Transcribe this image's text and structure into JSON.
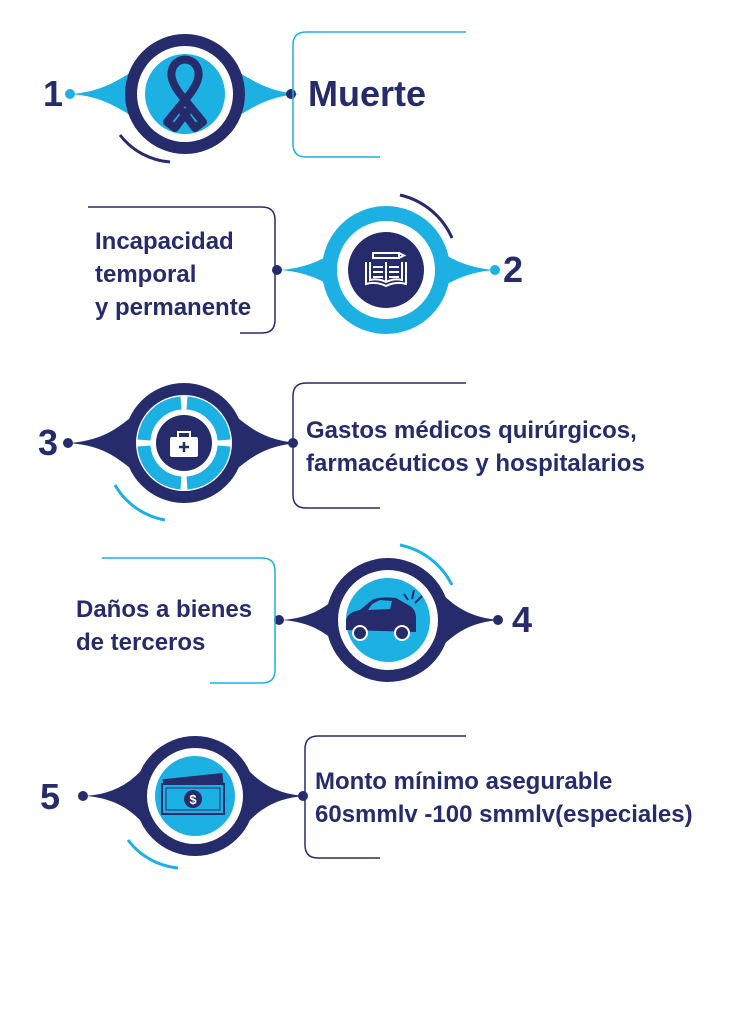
{
  "colors": {
    "navy": "#262c6b",
    "cyan": "#1db1e3",
    "white": "#ffffff"
  },
  "items": [
    {
      "number": "1",
      "icon": "mourning-ribbon-icon",
      "lines": [
        "Muerte"
      ]
    },
    {
      "number": "2",
      "icon": "open-book-pencil-icon",
      "lines": [
        "Incapacidad",
        "temporal",
        "y permanente"
      ]
    },
    {
      "number": "3",
      "icon": "medical-kit-icon",
      "lines": [
        "Gastos médicos quirúrgicos,",
        "farmacéuticos y hospitalarios"
      ]
    },
    {
      "number": "4",
      "icon": "crashed-car-icon",
      "lines": [
        "Daños a bienes",
        "de terceros"
      ]
    },
    {
      "number": "5",
      "icon": "money-bills-icon",
      "lines": [
        "Monto mínimo asegurable",
        "60smmlv -100 smmlv(especiales)"
      ]
    }
  ]
}
